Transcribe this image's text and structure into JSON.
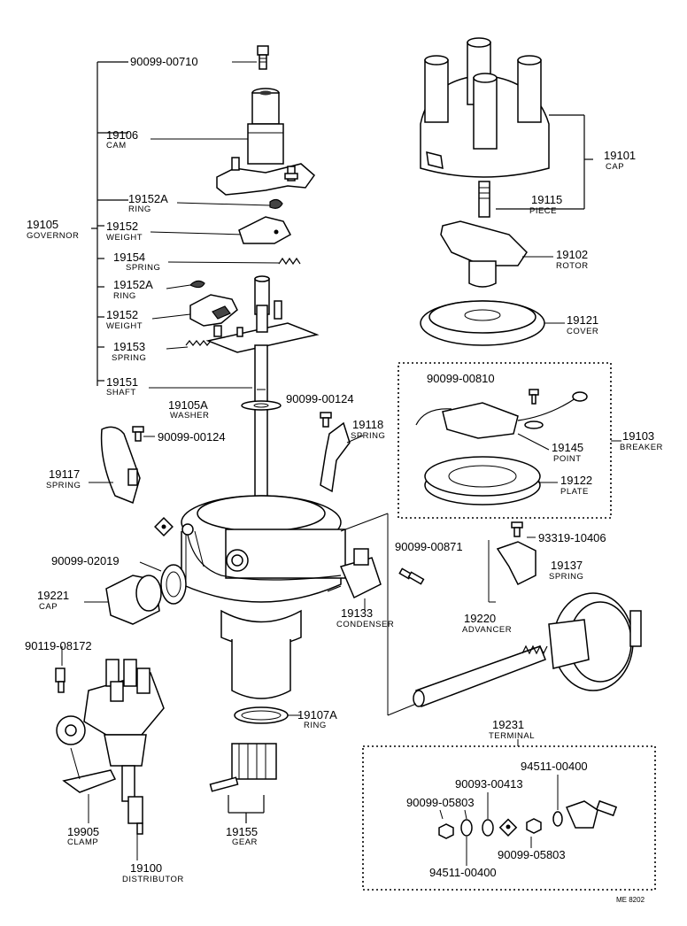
{
  "parts": {
    "p90099_00710": {
      "num": "90099-00710"
    },
    "p19106": {
      "num": "19106",
      "name": "CAM"
    },
    "p19152A_top": {
      "num": "19152A",
      "name": "RING"
    },
    "p19105": {
      "num": "19105",
      "name": "GOVERNOR"
    },
    "p19152_top": {
      "num": "19152",
      "name": "WEIGHT"
    },
    "p19154": {
      "num": "19154",
      "name": "SPRING"
    },
    "p19152A_bot": {
      "num": "19152A",
      "name": "RING"
    },
    "p19152_bot": {
      "num": "19152",
      "name": "WEIGHT"
    },
    "p19153": {
      "num": "19153",
      "name": "SPRING"
    },
    "p19151": {
      "num": "19151",
      "name": "SHAFT"
    },
    "p19105A": {
      "num": "19105A",
      "name": "WASHER"
    },
    "p90099_00124_a": {
      "num": "90099-00124"
    },
    "p90099_00124_b": {
      "num": "90099-00124"
    },
    "p19118": {
      "num": "19118",
      "name": "SPRING"
    },
    "p19117": {
      "num": "19117",
      "name": "SPRING"
    },
    "p90099_02019": {
      "num": "90099-02019"
    },
    "p19221": {
      "num": "19221",
      "name": "CAP"
    },
    "p90119_08172": {
      "num": "90119-08172"
    },
    "p19133": {
      "num": "19133",
      "name": "CONDENSER"
    },
    "p90099_00871": {
      "num": "90099-00871"
    },
    "p19107A": {
      "num": "19107A",
      "name": "RING"
    },
    "p19905": {
      "num": "19905",
      "name": "CLAMP"
    },
    "p19155": {
      "num": "19155",
      "name": "GEAR"
    },
    "p19100": {
      "num": "19100",
      "name": "DISTRIBUTOR"
    },
    "p19101": {
      "num": "19101",
      "name": "CAP"
    },
    "p19115": {
      "num": "19115",
      "name": "PIECE"
    },
    "p19102": {
      "num": "19102",
      "name": "ROTOR"
    },
    "p19121": {
      "num": "19121",
      "name": "COVER"
    },
    "p90099_00810": {
      "num": "90099-00810"
    },
    "p19103": {
      "num": "19103",
      "name": "BREAKER"
    },
    "p19145": {
      "num": "19145",
      "name": "POINT"
    },
    "p19122": {
      "num": "19122",
      "name": "PLATE"
    },
    "p93319_10406": {
      "num": "93319-10406"
    },
    "p19137": {
      "num": "19137",
      "name": "SPRING"
    },
    "p19220": {
      "num": "19220",
      "name": "ADVANCER"
    },
    "p19231": {
      "num": "19231",
      "name": "TERMINAL"
    },
    "p94511_00400_a": {
      "num": "94511-00400"
    },
    "p90093_00413": {
      "num": "90093-00413"
    },
    "p90099_05803_a": {
      "num": "90099-05803"
    },
    "p90099_05803_b": {
      "num": "90099-05803"
    },
    "p94511_00400_b": {
      "num": "94511-00400"
    }
  },
  "footer": {
    "code": "ME 8202"
  }
}
